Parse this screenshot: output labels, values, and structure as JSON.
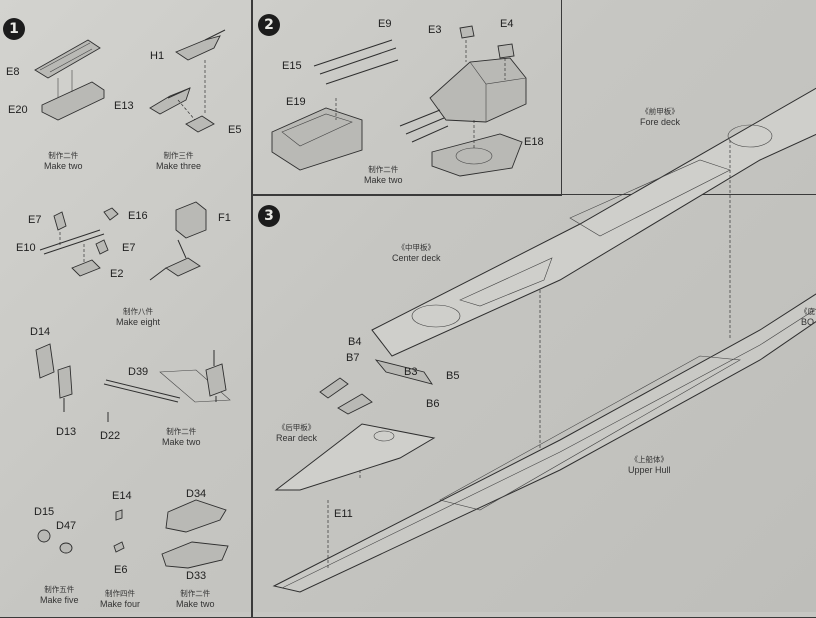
{
  "steps": [
    {
      "number": "1"
    },
    {
      "number": "2"
    },
    {
      "number": "3"
    }
  ],
  "step1": {
    "g1": {
      "parts": [
        "E8",
        "E20"
      ],
      "zh": "制作二件",
      "en": "Make two"
    },
    "g2": {
      "parts": [
        "H1",
        "E13",
        "E5"
      ],
      "zh": "制作三件",
      "en": "Make three"
    },
    "g3": {
      "parts": [
        "E7",
        "E16",
        "F1",
        "E10",
        "E7",
        "E2"
      ],
      "zh": "制作八件",
      "en": "Make eight"
    },
    "g4": {
      "parts": [
        "D14",
        "D39",
        "D13",
        "D22"
      ],
      "zh": "制作二件",
      "en": "Make two"
    },
    "g5": {
      "parts": [
        "D15",
        "D47"
      ],
      "zh": "制作五件",
      "en": "Make five"
    },
    "g6": {
      "parts": [
        "E14",
        "E6"
      ],
      "zh": "制作四件",
      "en": "Make four"
    },
    "g7": {
      "parts": [
        "D34",
        "D33"
      ],
      "zh": "制作二件",
      "en": "Make two"
    }
  },
  "step2": {
    "parts": [
      "E9",
      "E3",
      "E4",
      "E15",
      "E19",
      "E18"
    ],
    "zh": "制作二件",
    "en": "Make two"
  },
  "step3": {
    "fore_deck": {
      "zh": "《前甲板》",
      "en": "Fore deck"
    },
    "center_deck": {
      "zh": "《中甲板》",
      "en": "Center deck"
    },
    "rear_deck": {
      "zh": "《后甲板》",
      "en": "Rear deck"
    },
    "upper_hull": {
      "zh": "《上船体》",
      "en": "Upper Hull"
    },
    "cut_label": {
      "zh": "《底",
      "en": "BO"
    },
    "parts": [
      "B4",
      "B7",
      "B3",
      "B5",
      "B6",
      "E11"
    ]
  },
  "colors": {
    "ink": "#2f2f2f",
    "paper": "#c9c9c5",
    "badge": "#1c1c1c"
  }
}
